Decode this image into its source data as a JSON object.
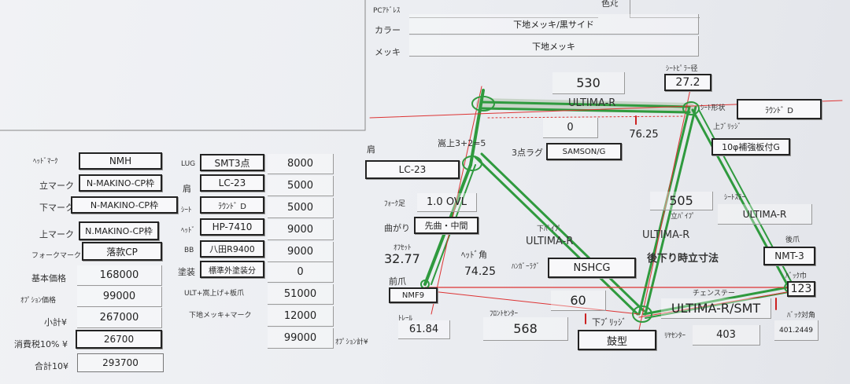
{
  "header_form": {
    "pc_label": "PCｱﾄﾞﾚｽ",
    "color_label": "カラー",
    "color_value": "下地メッキ/黒サイド",
    "plating_label": "メッキ",
    "plating_value": "下地メッキ",
    "partial_text": "色ﾒﾋ"
  },
  "marks": [
    {
      "label": "ﾍｯﾄﾞﾏｰｸ",
      "value": "NMH"
    },
    {
      "label": "立マーク",
      "value": "N-MAKINO-CP枠"
    },
    {
      "label": "下マーク",
      "value": "N-MAKINO-CP枠"
    },
    {
      "label": "上マーク",
      "value": "N.MAKINO-CP枠"
    },
    {
      "label": "フォークマーク",
      "value": "落款CP"
    }
  ],
  "parts": [
    {
      "label": "LUG",
      "value": "SMT3点",
      "price": "8000"
    },
    {
      "label": "肩",
      "value": "LC-23",
      "price": "5000"
    },
    {
      "label": "ｼｰﾄ",
      "value": "ﾗｳﾝﾄﾞ D",
      "price": "5000"
    },
    {
      "label": "ﾍｯﾄﾞ",
      "value": "HP-7410",
      "price": "9000"
    },
    {
      "label": "BB",
      "value": "八田R9400",
      "price": "9000"
    },
    {
      "label": "塗装",
      "value": "標準外塗装分",
      "price": "0"
    },
    {
      "label": "ULT+嵩上げ+板爪",
      "value": "",
      "price": "51000"
    },
    {
      "label": "下地メッキ+マーク",
      "value": "",
      "price": "12000"
    },
    {
      "label": "",
      "value": "",
      "price": "99000"
    }
  ],
  "totals": [
    {
      "label": "基本価格",
      "value": "168000"
    },
    {
      "label": "ｵﾌﾟｼｮﾝ価格",
      "value": "99000"
    },
    {
      "label": "小計¥",
      "value": "267000"
    },
    {
      "label": "消費税10% ¥",
      "value": "26700"
    },
    {
      "label": "合計10¥",
      "value": "293700"
    }
  ],
  "option_total_label": "ｵﾌﾟｼｮﾝ計¥",
  "diagram": {
    "top_tube_len": "530",
    "top_tube_tubing": "ULTIMA-R",
    "seat_pillar_label": "ｼｰﾄﾋﾟﾗｰ径",
    "seat_pillar_value": "27.2",
    "seat_shape_label": "ｼｰﾄ形状",
    "seat_shape_value": "ﾗｳﾝﾄﾞ D",
    "upper_bridge_label": "上ﾌﾞﾘｯｼﾞ",
    "upper_bridge_value": "10φ補強板付G",
    "top_zero": "0",
    "seat_angle": "76.25",
    "raise_label": "嵩上3+2=5",
    "lug3_label": "3点ラグ",
    "lug3_value": "SAMSON/G",
    "shoulder_label": "肩",
    "shoulder_value": "LC-23",
    "fork_leg_label": "ﾌｫｰｸ足",
    "fork_leg_value": "1.0 OVL",
    "bend_label": "曲がり",
    "bend_value": "先曲・中間",
    "offset_label": "ｵﾌｾｯﾄ",
    "offset_value": "32.77",
    "head_angle_label": "ﾍｯﾄﾞ角",
    "head_angle_value": "74.25",
    "hanger_label": "ﾊﾝｶﾞｰﾗｸﾞ",
    "hanger_value": "NSHCG",
    "down_tube_label": "下ﾊﾟｲﾌﾟ",
    "down_tube_value": "ULTIMA-R",
    "seat_tube_len": "505",
    "seat_tube_label": "立ﾊﾟｲﾌﾟ",
    "seat_tube_value": "ULTIMA-R",
    "seat_stay_label": "ｼｰﾄｽﾃｰ",
    "seat_stay_value": "ULTIMA-R",
    "fore_note": "後下り時立寸法",
    "rear_drop_label": "後爪",
    "rear_drop_value": "NMT-3",
    "back_width_label": "ﾊﾞｯｸ巾",
    "back_width_value": "123",
    "front_drop_label": "前爪",
    "front_drop_value": "NMF9",
    "chainstay_label": "チェンステー",
    "chainstay_value": "ULTIMA-R/SMT",
    "bb_drop": "60",
    "trail_label": "ﾄﾚｰﾙ",
    "trail_value": "61.84",
    "front_center_label": "ﾌﾛﾝﾄｾﾝﾀｰ",
    "front_center_value": "568",
    "lower_bridge_label": "下ﾌﾞﾘｯｼﾞ",
    "lower_bridge_value": "鼓型",
    "rear_center_label": "ﾘﾔｾﾝﾀｰ",
    "rear_center_value": "403",
    "back_diag_label": "ﾊﾞｯｸ対角",
    "back_diag_value": "401.2449"
  }
}
